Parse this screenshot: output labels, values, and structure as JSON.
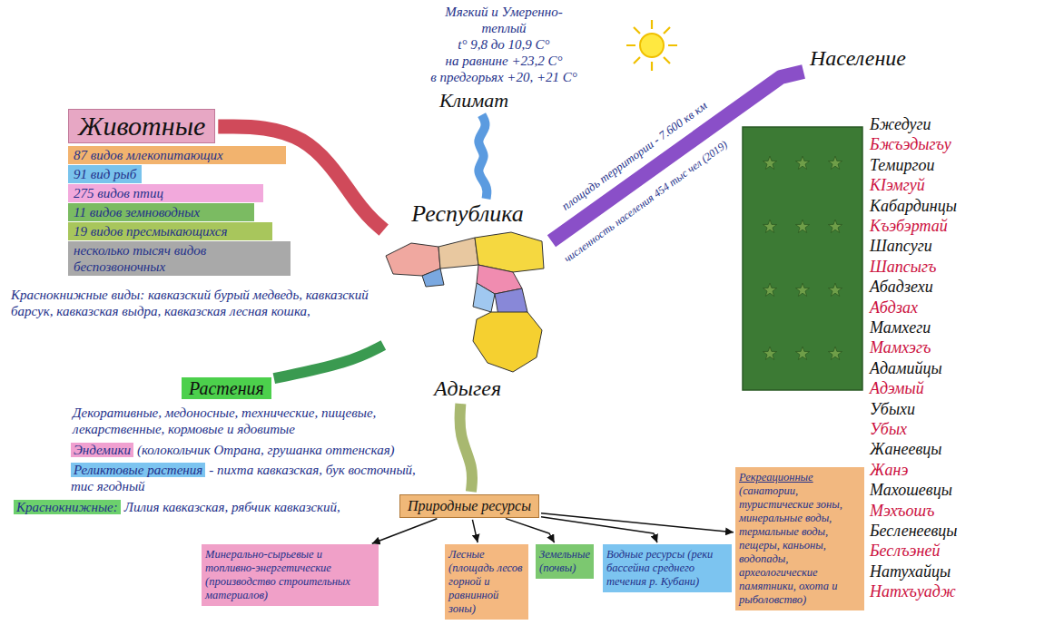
{
  "diagram": {
    "nodes": [
      {
        "text": [
          "Климат"
        ]
      },
      {
        "text": [
          "Население"
        ]
      },
      {
        "text": [
          "Животные"
        ]
      },
      {
        "text": [
          "87 видов млекопитающих"
        ]
      },
      {
        "text": [
          "91 вид рыб"
        ]
      },
      {
        "text": [
          "275 видов птиц"
        ]
      },
      {
        "text": [
          "11 видов земноводных"
        ]
      },
      {
        "text": [
          "19 видов пресмыкающихся"
        ]
      },
      {
        "text": [
          "несколько тысяч видов беспозвоночных"
        ]
      },
      {
        "text": [
          "Республика",
          "Адыгея"
        ]
      },
      {
        "text": [
          "Растения"
        ]
      },
      {
        "text": [
          "Эндемики",
          "(колокольчик Отрана, грушанка оттенская)"
        ]
      },
      {
        "text": [
          "Реликтовые растения",
          "- пихта кавказская, бук восточный, тис ягодный"
        ]
      },
      {
        "text": [
          "Краснокнижные:",
          "Лилия кавказская, рябчик кавказский,"
        ]
      },
      {
        "text": [
          "Природные ресурсы"
        ]
      },
      {
        "text": [
          "Рекреационные",
          "(санатории, туристические зоны, минеральные воды, термальные воды, пещеры, каньоны, водопады, археологические памятники, охота и рыболовство)"
        ]
      },
      {
        "text": [
          "Минерально-сырьевые и топливно-энергетические (производство строительных материалов)"
        ]
      },
      {
        "text": [
          "Лесные (площадь лесов горной и равнинной зоны)"
        ]
      },
      {
        "text": [
          "Земельные (почвы)"
        ]
      },
      {
        "text": [
          "Водные ресурсы (реки бассейна среднего течения р. Кубани)"
        ]
      }
    ],
    "edges": [
      {
        "from": 9,
        "to": 0,
        "arrow": "none"
      },
      {
        "from": 9,
        "to": 1,
        "arrow": "none",
        "label": "площадь территории - 7.600 кв км"
      },
      {
        "from": 9,
        "to": 2,
        "arrow": "none"
      },
      {
        "from": 9,
        "to": 10,
        "arrow": "none"
      },
      {
        "from": 9,
        "to": 14,
        "arrow": "none"
      },
      {
        "from": 14,
        "to": 15,
        "arrow": "to"
      },
      {
        "from": 14,
        "to": 16,
        "arrow": "to"
      },
      {
        "from": 14,
        "to": 17,
        "arrow": "to"
      },
      {
        "from": 14,
        "to": 18,
        "arrow": "to"
      },
      {
        "from": 14,
        "to": 19,
        "arrow": "to"
      }
    ],
    "labels": [
      "Мягкий и Умеренно-теплый",
      "t° 9,8 до 10,9 С°",
      "на равнине +23,2 С°",
      "в предгорьях +20, +21 С°",
      "численность населения 454 тыс чел (2019)",
      "Краснокнижные виды: кавказский бурый медведь, кавказский барсук, кавказская выдра, кавказская лесная кошка,",
      "Декоративные, медоносные, технические, пищевые, лекарственные, кормовые и ядовитые",
      "Бжедуги",
      "Бжъэдыгъу",
      "Темиргои",
      "КӀэмгуй",
      "Кабардинцы",
      "Къэбэртай",
      "Шапсуги",
      "Шапсыгъ",
      "Абадзехи",
      "Абдзах",
      "Мамхеги",
      "Мамхэгъ",
      "Адамийцы",
      "Адэмый",
      "Убыхи",
      "Убых",
      "Жанеевцы",
      "Жанэ",
      "Махошевцы",
      "Мэхъошъ",
      "Бесленеевцы",
      "Беслъэней",
      "Натухайцы",
      "Натхъуадж"
    ]
  }
}
